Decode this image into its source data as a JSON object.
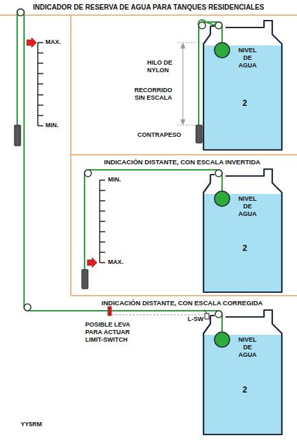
{
  "diagram": {
    "title": "INDICADOR DE RESERVA DE AGUA PARA TANQUES RESIDENCIALES",
    "nodes": [
      {
        "text": [
          "NIVEL DE AGUA",
          "2"
        ]
      },
      {
        "text": [
          "NIVEL DE AGUA",
          "2"
        ]
      },
      {
        "text": [
          "NIVEL DE AGUA",
          "2"
        ]
      }
    ],
    "labels": [
      "MAX.",
      "MIN.",
      "HILO DE NYLON",
      "RECORRIDO SIN ESCALA",
      "CONTRAPESO",
      "INDICACIÓN DISTANTE, CON ESCALA INVERTIDA",
      "MIN.",
      "MAX.",
      "INDICACIÓN DISTANTE, CON ESCALA CORREGIDA",
      "POSIBLE LEVA PARA ACTUAR LIMIT-SWITCH",
      "L-SW",
      "YY5RM"
    ]
  }
}
